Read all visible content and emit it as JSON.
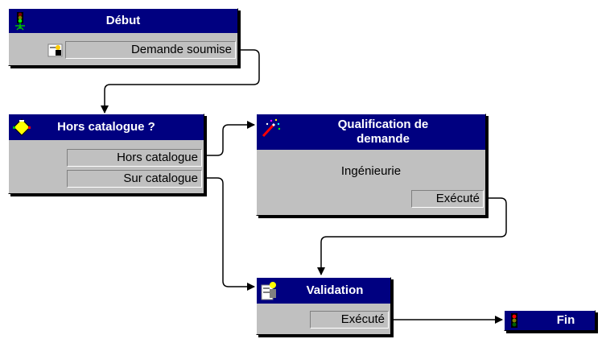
{
  "nodes": {
    "debut": {
      "title": "Début",
      "ports": [
        "Demande soumise"
      ]
    },
    "hors_catalogue": {
      "title": "Hors catalogue ?",
      "ports": [
        "Hors catalogue",
        "Sur catalogue"
      ]
    },
    "qualification": {
      "title_line1": "Qualification de",
      "title_line2": "demande",
      "body": "Ingénieurie",
      "ports": [
        "Exécuté"
      ]
    },
    "validation": {
      "title": "Validation",
      "ports": [
        "Exécuté"
      ]
    },
    "fin": {
      "title": "Fin"
    }
  },
  "icons": {
    "debut": "traffic-light-green-icon",
    "hors_catalogue": "decision-diamond-icon",
    "qualification": "magic-wand-icon",
    "validation": "validation-person-icon",
    "fin": "traffic-light-red-icon",
    "port": "form-person-icon"
  },
  "colors": {
    "title_bar": "#000080",
    "node_body": "#c0c0c0",
    "connector": "#000000"
  }
}
